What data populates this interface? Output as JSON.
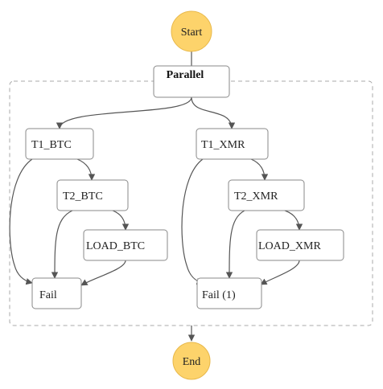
{
  "diagram": {
    "start_label": "Start",
    "end_label": "End",
    "parallel_label": "Parallel",
    "branch_btc": {
      "t1": "T1_BTC",
      "t2": "T2_BTC",
      "load": "LOAD_BTC",
      "fail": "Fail"
    },
    "branch_xmr": {
      "t1": "T1_XMR",
      "t2": "T2_XMR",
      "load": "LOAD_XMR",
      "fail": "Fail (1)"
    },
    "colors": {
      "terminal_fill": "#fdd36b",
      "box_stroke": "#8a8a8a",
      "edge": "#555555"
    }
  }
}
